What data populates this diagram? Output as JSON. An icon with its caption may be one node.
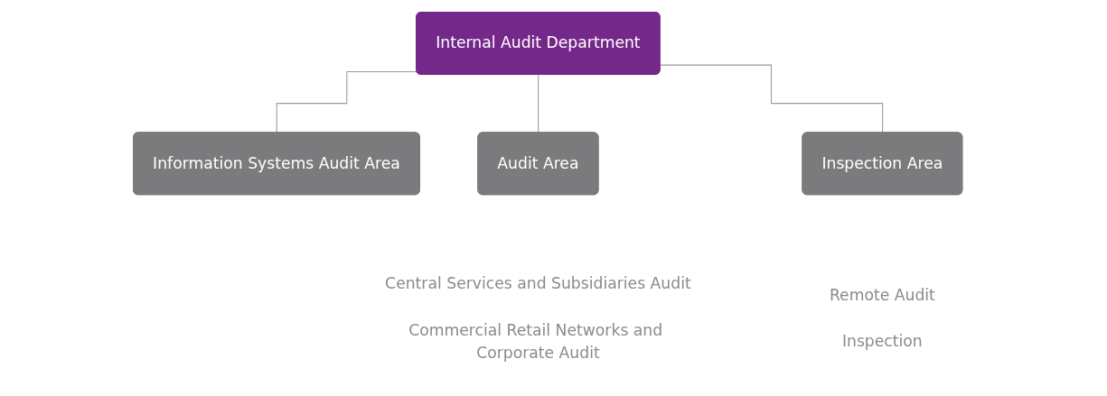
{
  "diagram": {
    "nodes": [
      {
        "text": [
          "Internal Audit Department"
        ]
      },
      {
        "text": [
          "Information Systems Audit Area"
        ]
      },
      {
        "text": [
          "Audit Area"
        ],
        "beside": [
          "Central Services and Subsidiaries Audit",
          "Commercial Retail Networks and Corporate Audit"
        ]
      },
      {
        "text": [
          "Inspection Area"
        ],
        "beside": [
          "Remote Audit",
          "Inspection"
        ]
      }
    ],
    "edges": [
      {
        "from": 0,
        "to": 1,
        "arrow": "none"
      },
      {
        "from": 0,
        "to": 2,
        "arrow": "none"
      },
      {
        "from": 0,
        "to": 3,
        "arrow": "none"
      }
    ]
  }
}
